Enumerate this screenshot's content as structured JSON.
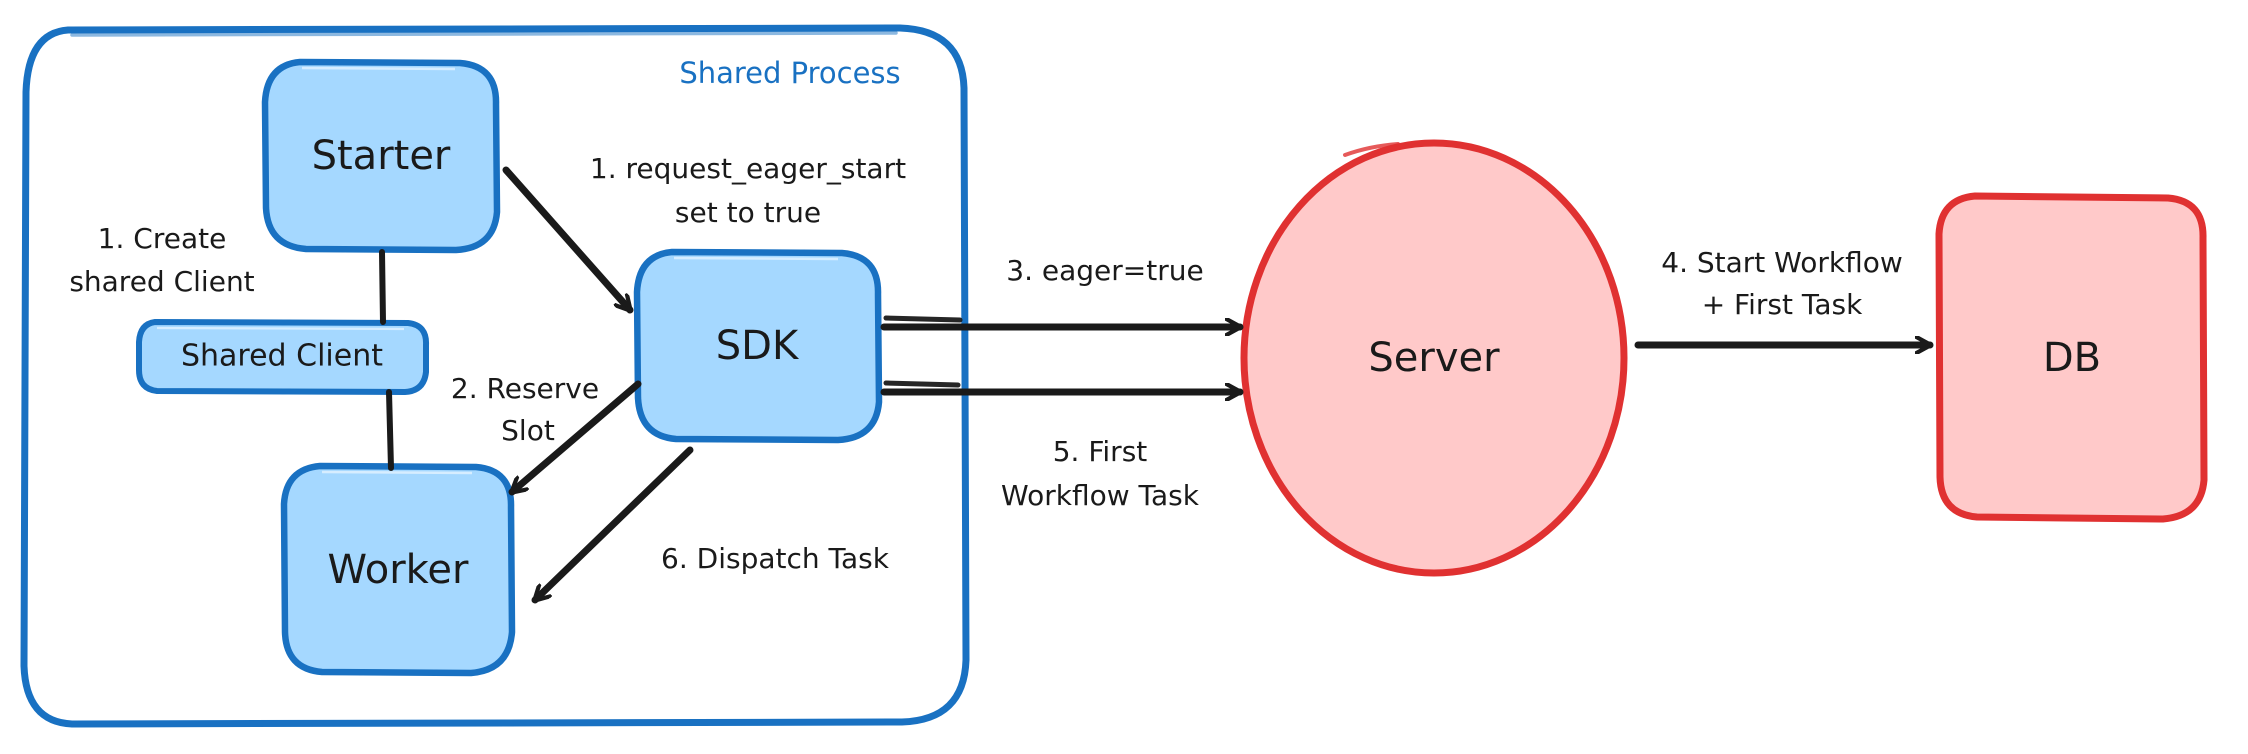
{
  "diagram": {
    "title": "Eager Workflow Start sequence",
    "background": "#ffffff",
    "colors": {
      "blue_stroke": "#1971c2",
      "blue_fill": "#a5d8ff",
      "red_stroke": "#e03131",
      "red_fill": "#ffc9c9",
      "ink": "#1a1a1a"
    },
    "group": {
      "name": "shared-process",
      "label": "Shared Process",
      "label_color": "#1971c2"
    },
    "nodes": [
      {
        "id": "starter",
        "label": "Starter",
        "shape": "rounded-rect",
        "color": "blue"
      },
      {
        "id": "shared-client",
        "label": "Shared Client",
        "shape": "rounded-rect",
        "color": "blue"
      },
      {
        "id": "worker",
        "label": "Worker",
        "shape": "rounded-rect",
        "color": "blue"
      },
      {
        "id": "sdk",
        "label": "SDK",
        "shape": "rounded-rect",
        "color": "blue"
      },
      {
        "id": "server",
        "label": "Server",
        "shape": "ellipse",
        "color": "red"
      },
      {
        "id": "db",
        "label": "DB",
        "shape": "rounded-rect",
        "color": "red"
      }
    ],
    "edges": [
      {
        "id": "starter-to-shared-client",
        "from": "starter",
        "to": "shared-client",
        "label": "1. Create\nshared Client",
        "label_line1": "1. Create",
        "label_line2": "shared Client",
        "arrow": false
      },
      {
        "id": "starter-to-sdk",
        "from": "starter",
        "to": "sdk",
        "label": "1. request_eager_start\nset to true",
        "label_line1": "1. request_eager_start",
        "label_line2": "set to true",
        "arrow": true
      },
      {
        "id": "sdk-to-worker-reserve",
        "from": "sdk",
        "to": "worker",
        "label": "2. Reserve\nSlot",
        "label_line1": "2. Reserve",
        "label_line2": "Slot",
        "arrow": true
      },
      {
        "id": "sdk-to-server-eager",
        "from": "sdk",
        "to": "server",
        "label": "3. eager=true",
        "label_line1": "3. eager=true",
        "label_line2": "",
        "arrow": true
      },
      {
        "id": "server-to-db",
        "from": "server",
        "to": "db",
        "label": "4. Start Workflow\n+ First Task",
        "label_line1": "4. Start Workflow",
        "label_line2": "+ First Task",
        "arrow": true
      },
      {
        "id": "server-to-sdk-first-task",
        "from": "sdk",
        "to": "server",
        "label": "5. First\nWorkflow Task",
        "label_line1": "5. First",
        "label_line2": "Workflow Task",
        "arrow": true
      },
      {
        "id": "sdk-to-worker-dispatch",
        "from": "sdk",
        "to": "worker",
        "label": "6. Dispatch Task",
        "label_line1": "6. Dispatch Task",
        "label_line2": "",
        "arrow": true
      },
      {
        "id": "shared-client-to-worker",
        "from": "shared-client",
        "to": "worker",
        "label": "",
        "label_line1": "",
        "label_line2": "",
        "arrow": false
      }
    ]
  }
}
